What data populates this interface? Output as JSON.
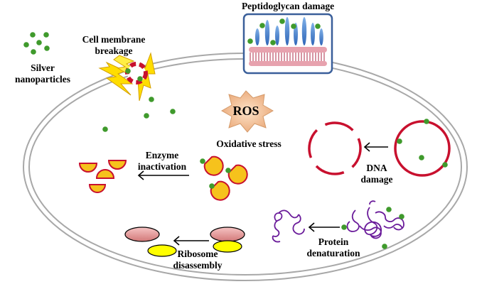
{
  "colors": {
    "particle": "#3f9a2c",
    "cell_outline": "#9a9a9a",
    "dna_red": "#c8102e",
    "enzyme_fill": "#f6c21c",
    "enzyme_outline": "#c8102e",
    "protein": "#6a1b9a",
    "ribosome_pink": "#e9a0a0",
    "ribosome_yellow": "#ffff00",
    "ros_star": "#f2c49a",
    "peptidoglycan_blue": "#5b8fd1",
    "peptidoglycan_red": "#d97b8c",
    "bolt": "#ffdd00"
  },
  "labels": {
    "silver_l1": "Silver",
    "silver_l2": "nanoparticles",
    "membrane_l1": "Cell membrane",
    "membrane_l2": "breakage",
    "peptidoglycan": "Peptidoglycan damage",
    "ros": "ROS",
    "oxidative": "Oxidative stress",
    "enzyme_l1": "Enzyme",
    "enzyme_l2": "inactivation",
    "dna_l1": "DNA",
    "dna_l2": "damage",
    "protein_l1": "Protein",
    "protein_l2": "denaturation",
    "ribosome_l1": "Ribosome",
    "ribosome_l2": "disassembly"
  }
}
